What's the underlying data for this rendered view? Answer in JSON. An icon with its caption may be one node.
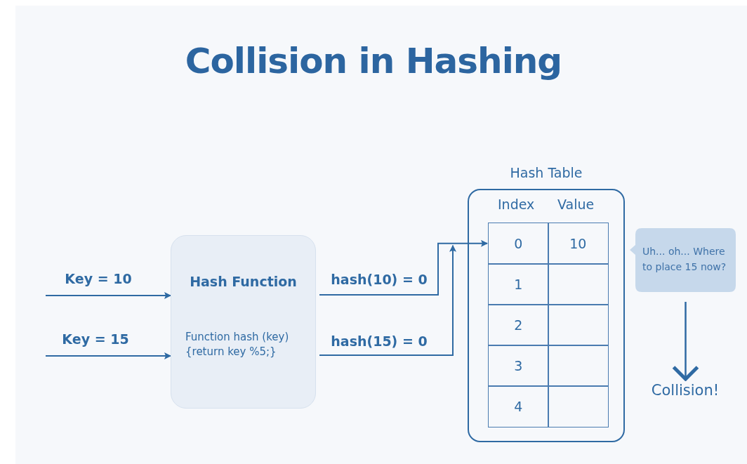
{
  "diagram": {
    "title": "Collision in Hashing",
    "nodes": [
      {
        "text": [
          "Hash Function",
          "Function hash (key) {return key %5;}"
        ]
      },
      {
        "text": [
          "Hash Table"
        ]
      },
      {
        "text": [
          "0"
        ],
        "in": 1
      },
      {
        "text": [
          "10"
        ],
        "in": 1
      },
      {
        "text": [
          "1"
        ],
        "in": 1
      },
      {
        "text": [],
        "shape": "box",
        "in": 1
      },
      {
        "text": [
          "2"
        ],
        "in": 1
      },
      {
        "text": [],
        "shape": "box",
        "in": 1
      },
      {
        "text": [
          "3"
        ],
        "in": 1
      },
      {
        "text": [],
        "shape": "box",
        "in": 1
      },
      {
        "text": [
          "4"
        ],
        "in": 1
      },
      {
        "text": [],
        "shape": "box",
        "in": 1
      },
      {
        "text": [
          "Uh... oh... Where to place 15 now?"
        ]
      },
      {
        "text": [
          "Collision!"
        ]
      }
    ],
    "edges": [
      {
        "from": null,
        "to": 0,
        "arrow": "to",
        "label": "Key = 10"
      },
      {
        "from": null,
        "to": 0,
        "arrow": "to",
        "label": "Key = 15"
      },
      {
        "from": 0,
        "to": 2,
        "arrow": "to",
        "label": "hash(10) = 0"
      },
      {
        "from": 0,
        "to": 2,
        "arrow": "to",
        "label": "hash(15) = 0"
      },
      {
        "from": 12,
        "to": 13,
        "arrow": "to"
      }
    ],
    "labels": [
      "Index",
      "Value"
    ]
  }
}
